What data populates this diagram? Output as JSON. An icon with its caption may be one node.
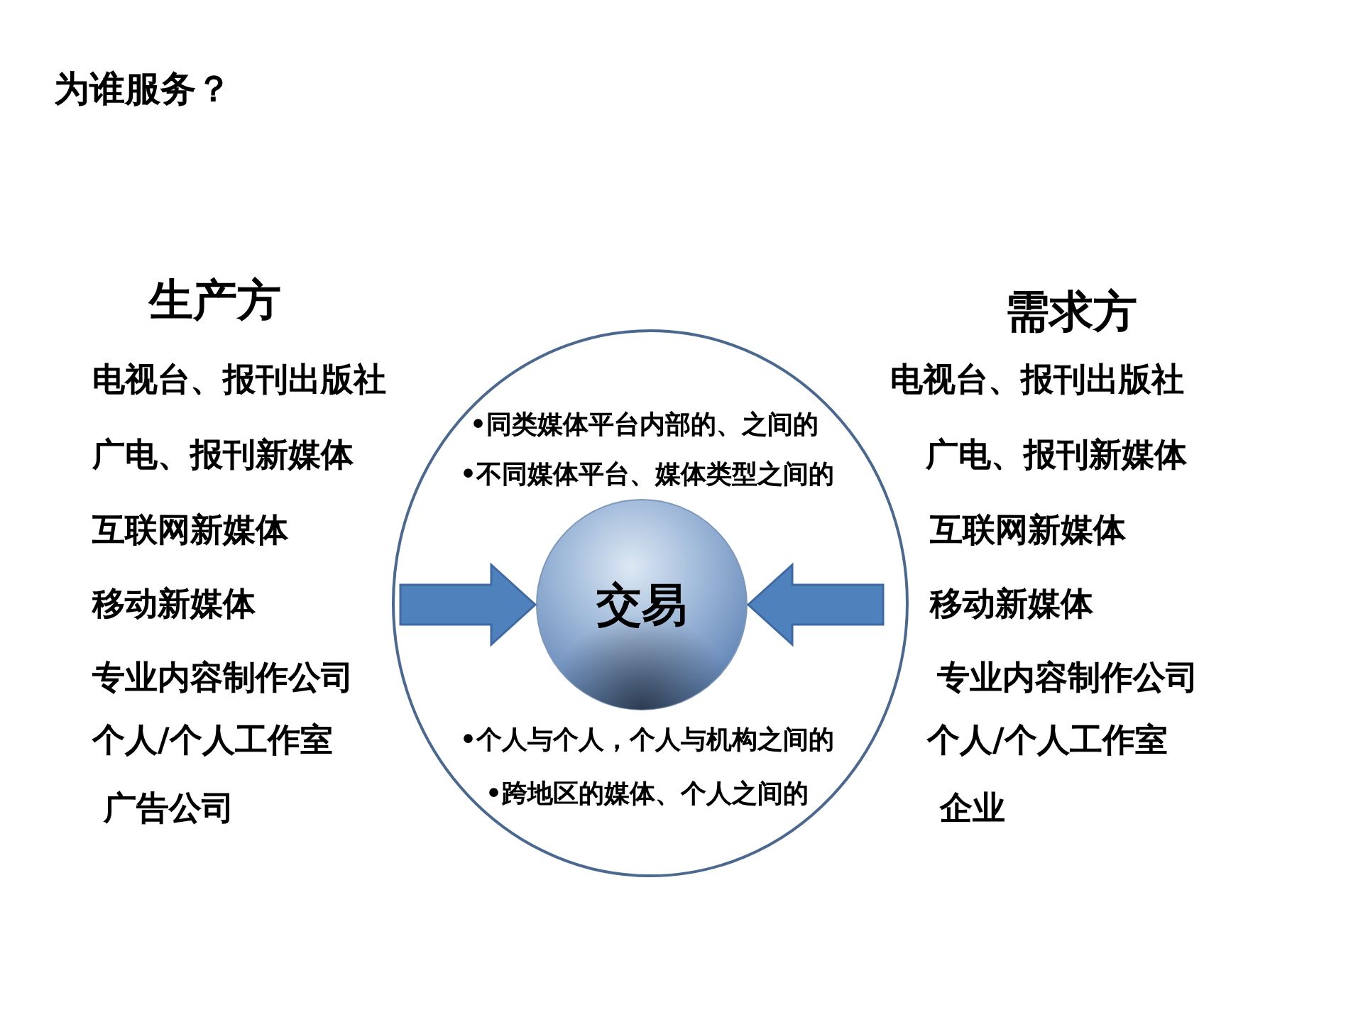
{
  "diagram": {
    "title": "为谁服务？",
    "nodes": [
      {
        "text": [
          "生产方",
          "电视台、报刊出版社",
          "广电、报刊新媒体",
          "互联网新媒体",
          "移动新媒体",
          "专业内容制作公司",
          "个人/个人工作室",
          "广告公司"
        ]
      },
      {
        "text": [
          "•同类媒体平台内部的、之间的",
          "•不同媒体平台、媒体类型之间的",
          "•个人与个人，个人与机构之间的",
          "•跨地区的媒体、个人之间的"
        ]
      },
      {
        "text": [
          "交易"
        ],
        "in": 1
      },
      {
        "text": [
          "需求方",
          "电视台、报刊出版社",
          "广电、报刊新媒体",
          "互联网新媒体",
          "移动新媒体",
          "专业内容制作公司",
          "个人/个人工作室",
          "企业"
        ]
      }
    ],
    "edges": [
      {
        "from": 0,
        "to": 2,
        "arrow": "to"
      },
      {
        "from": 3,
        "to": 2,
        "arrow": "to"
      }
    ]
  }
}
